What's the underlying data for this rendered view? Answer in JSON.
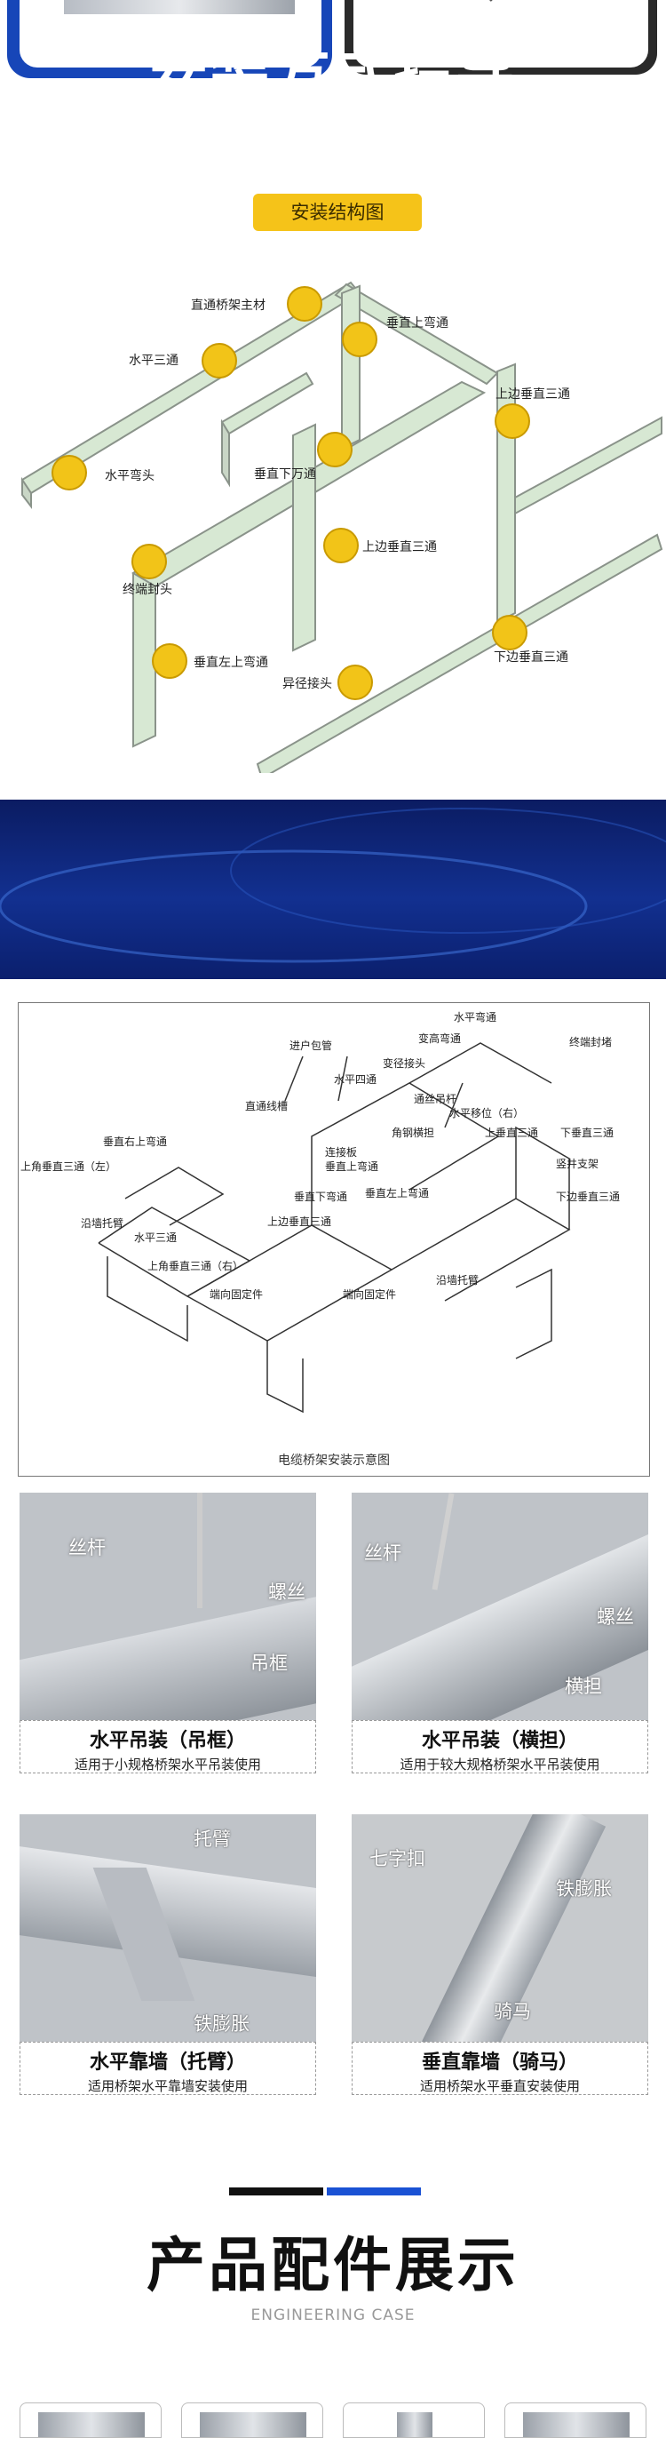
{
  "section1": {
    "tag": "安装结构图",
    "labels": {
      "main": "直通桥架主材",
      "up_bend": "垂直上弯通",
      "h_tee": "水平三通",
      "top_tee": "上边垂直三通",
      "h_elbow": "水平弯头",
      "down_tee": "垂直下万通",
      "end_cap": "终端封头",
      "up_tee2": "上边垂直三通",
      "left_up": "垂直左上弯通",
      "bottom_tee": "下边垂直三通",
      "reducer": "异径接头"
    }
  },
  "banner": {
    "title": "安装方式指导",
    "subtitle": "结构简单 灵活操作 维修方便"
  },
  "drawing": {
    "caption": "电缆桥架安装示意图",
    "labels": {
      "l1": "进户包管",
      "l2": "水平弯通",
      "l3": "终端封堵",
      "l4": "变高弯通",
      "l5": "变径接头",
      "l6": "水平四通",
      "l7": "直通线槽",
      "l8": "通丝吊杆",
      "l9": "水平移位（右）",
      "l10": "垂直右上弯通",
      "l11": "上垂直三通",
      "l12": "下垂直三通",
      "l13": "角钢横担",
      "l14": "连接板",
      "l15": "垂直上弯通",
      "l16": "竖井支架",
      "l17": "上角垂直三通（左）",
      "l18": "垂直左上弯通",
      "l19": "垂直下弯通",
      "l20": "下边垂直三通",
      "l21": "沿墙托臂",
      "l22": "上边垂直三通",
      "l23": "水平三通",
      "l24": "上角垂直三通（右）",
      "l25": "端向固定件",
      "l26": "端向固定件",
      "l27": "沿墙托臂"
    }
  },
  "photos": [
    {
      "title": "水平吊装（吊框）",
      "desc": "适用于小规格桥架水平吊装使用",
      "labels": [
        "丝杆",
        "螺丝",
        "吊框"
      ]
    },
    {
      "title": "水平吊装（横担）",
      "desc": "适用于较大规格桥架水平吊装使用",
      "labels": [
        "丝杆",
        "螺丝",
        "横担"
      ]
    },
    {
      "title": "水平靠墙（托臂）",
      "desc": "适用桥架水平靠墙安装使用",
      "labels": [
        "托臂",
        "铁膨胀"
      ]
    },
    {
      "title": "垂直靠墙（骑马）",
      "desc": "适用桥架水平垂直安装使用",
      "labels": [
        "七字扣",
        "铁膨胀",
        "骑马"
      ]
    }
  ],
  "section3": {
    "title": "产品配件展示",
    "subtitle": "ENGINEERING CASE"
  },
  "colors": {
    "accent_yellow": "#f5c319",
    "banner_blue": "#123090",
    "accent_blue": "#1a52d4"
  }
}
